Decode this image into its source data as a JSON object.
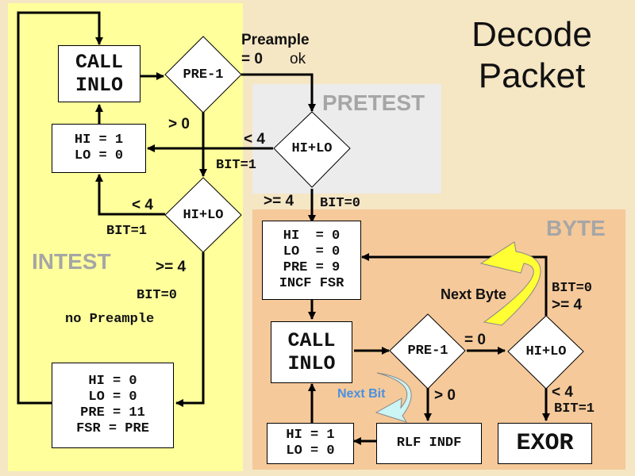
{
  "title": {
    "line1": "Decode",
    "line2": "Packet"
  },
  "regions": {
    "intest": "INTEST",
    "pretest": "PRETEST",
    "byte": "BYTE"
  },
  "colors": {
    "intest_bg": "#ffff9c",
    "pretest_bg": "#ececec",
    "byte_bg": "#f5c99a",
    "page_bg": "#f5e6c4",
    "next_byte_arrow": "#ffff33",
    "next_bit_arrow": "#ccf5f5",
    "next_bit_text": "#4a90e2"
  },
  "boxes": {
    "call_inlo_1": "CALL\nINLO",
    "hi1_lo0_1": "HI = 1\nLO = 0",
    "init_box": "HI = 0\nLO = 0\nPRE = 11\nFSR = PRE",
    "byte_init": "HI  = 0\nLO  = 0\nPRE = 9\nINCF FSR",
    "call_inlo_2": "CALL\nINLO",
    "hi1_lo0_2": "HI = 1\nLO = 0",
    "rlf_indf": "RLF INDF",
    "exor": "EXOR"
  },
  "decisions": {
    "pre1_a": "PRE-1",
    "hilo_pretest": "HI+LO",
    "hilo_intest": "HI+LO",
    "pre1_b": "PRE-1",
    "hilo_byte": "HI+LO"
  },
  "labels": {
    "preample_ok_1": "Preample",
    "eq0_a": "= 0",
    "ok": "ok",
    "gt0_a": "> 0",
    "lt4_pretest": "< 4",
    "bit1_pretest": "BIT=1",
    "lt4_intest": "< 4",
    "bit1_intest": "BIT=1",
    "ge4_intest": ">= 4",
    "bit0_intest": "BIT=0",
    "no_preample": "no Preample",
    "ge4_pretest": ">= 4",
    "bit0_pretest": "BIT=0",
    "next_byte": "Next Byte",
    "bit0_byte": "BIT=0",
    "ge4_byte": ">= 4",
    "eq0_b": "= 0",
    "gt0_b": "> 0",
    "next_bit": "Next Bit",
    "lt4_byte": "< 4",
    "bit1_byte": "BIT=1"
  }
}
